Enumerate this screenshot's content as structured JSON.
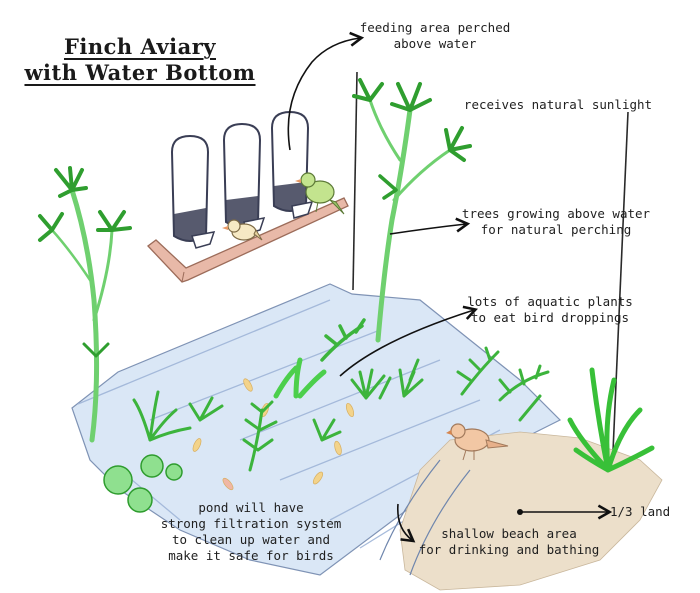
{
  "title": {
    "line1": "Finch Aviary",
    "line2": "with Water Bottom"
  },
  "annotations": {
    "feeding": {
      "line1": "feeding area perched",
      "line2": "above water"
    },
    "sunlight": "receives natural sunlight",
    "trees": {
      "line1": "trees growing above water",
      "line2": "for natural perching"
    },
    "plants": {
      "line1": "lots of aquatic plants",
      "line2": "to eat bird droppings"
    },
    "pond": {
      "line1": "pond will have",
      "line2": "strong filtration system",
      "line3": "to clean up water and",
      "line4": "make it safe for birds"
    },
    "beach": {
      "line1": "shallow beach area",
      "line2": "for drinking and bathing"
    },
    "land": "1/3 land"
  },
  "colors": {
    "water": "#cfe0f3",
    "sand": "#ece0cc",
    "plant": "#3fbf3f",
    "plant_dark": "#2b9c2b",
    "bird_green": "#bfe38a",
    "bird_tan": "#f2c7a4",
    "feeder": "#3a3e55",
    "perch": "#e8b9a8",
    "fish": "#f3d38a"
  }
}
